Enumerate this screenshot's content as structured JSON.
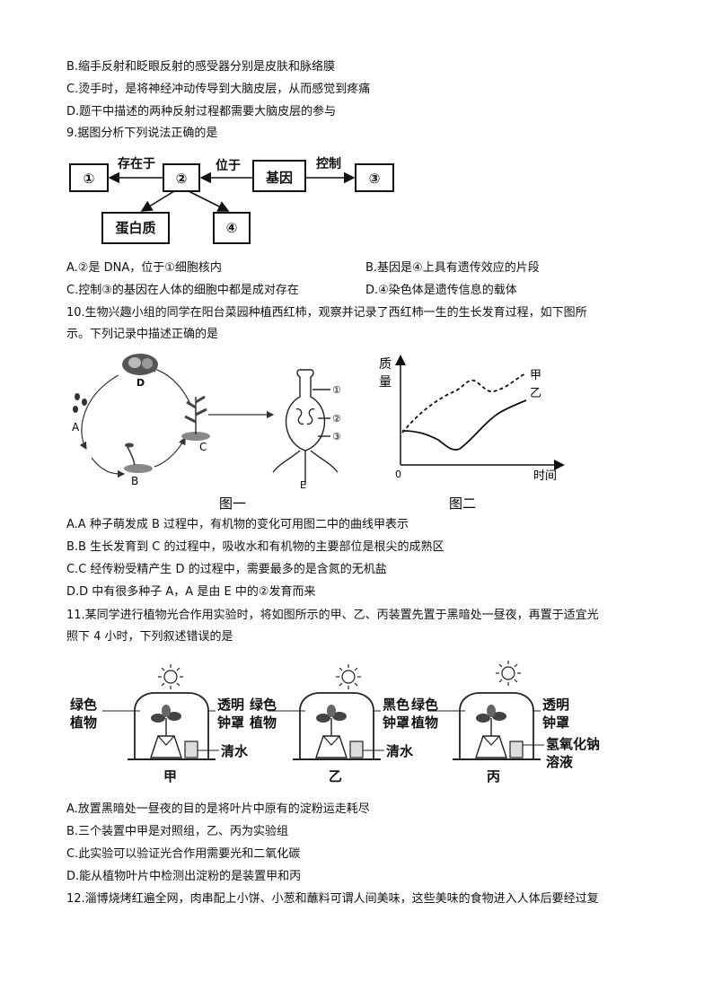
{
  "q8": {
    "b": "B.缩手反射和眨眼反射的感受器分别是皮肤和脉络膜",
    "c": "C.烫手时，是将神经冲动传导到大脑皮层，从而感觉到疼痛",
    "d": "D.题干中描述的两种反射过程都需要大脑皮层的参与"
  },
  "q9": {
    "stem": "9.据图分析下列说法正确的是",
    "diagram": {
      "box1": "①",
      "box2": "②",
      "box3": "③",
      "box4": "④",
      "gene": "基因",
      "protein": "蛋白质",
      "exist_in": "存在于",
      "located_in": "位于",
      "control": "控制"
    },
    "a": "A.②是 DNA，位于①细胞核内",
    "b": "B.基因是④上具有遗传效应的片段",
    "c": "C.控制③的基因在人体的细胞中都是成对存在",
    "d": "D.④染色体是遗传信息的载体"
  },
  "q10": {
    "stem1": "10.生物兴趣小组的同学在阳台菜园种植西红柿，观察并记录了西红柿一生的生长发育过程，如下图所",
    "stem2": "示。下列记录中描述正确的是",
    "fig1": {
      "caption": "图一",
      "labelA": "A",
      "labelB": "B",
      "labelC": "C",
      "labelD": "D",
      "labelE": "E",
      "c1": "①",
      "c2": "②",
      "c3": "③"
    },
    "fig2": {
      "caption": "图二",
      "y_label_1": "质",
      "y_label_2": "量",
      "x_label": "时间",
      "origin": "0",
      "series_jia": "甲",
      "series_yi": "乙"
    },
    "a": "A.A 种子萌发成 B 过程中，有机物的变化可用图二中的曲线甲表示",
    "b": "B.B 生长发育到 C 的过程中，吸收水和有机物的主要部位是根尖的成熟区",
    "c": "C.C 经传粉受精产生 D 的过程中，需要最多的是含氮的无机盐",
    "d": "D.D 中有很多种子 A，A 是由 E 中的②发育而来"
  },
  "q11": {
    "stem1": "11.某同学进行植物光合作用实验时，将如图所示的甲、乙、丙装置先置于黑暗处一昼夜，再置于适宜光",
    "stem2": "照下 4 小时，下列叙述错误的是",
    "setups": [
      {
        "left1": "绿色",
        "left2": "植物",
        "right1": "透明",
        "right2": "钟罩",
        "liquid": "清水",
        "liquid2": "",
        "name": "甲"
      },
      {
        "left1": "绿色",
        "left2": "植物",
        "right1": "黑色",
        "right2": "钟罩",
        "liquid": "清水",
        "liquid2": "",
        "name": "乙"
      },
      {
        "left1": "绿色",
        "left2": "植物",
        "right1": "透明",
        "right2": "钟罩",
        "liquid": "氢氧化钠",
        "liquid2": "溶液",
        "name": "丙"
      }
    ],
    "a": "A.放置黑暗处一昼夜的目的是将叶片中原有的淀粉运走耗尽",
    "b": "B.三个装置中甲是对照组，乙、丙为实验组",
    "c": "C.此实验可以验证光合作用需要光和二氧化碳",
    "d": "D.能从植物叶片中检测出淀粉的是装置甲和丙"
  },
  "q12": {
    "stem1": "12.淄博烧烤红遍全网，肉串配上小饼、小葱和蘸料可谓人间美味，这些美味的食物进入人体后要经过复"
  }
}
